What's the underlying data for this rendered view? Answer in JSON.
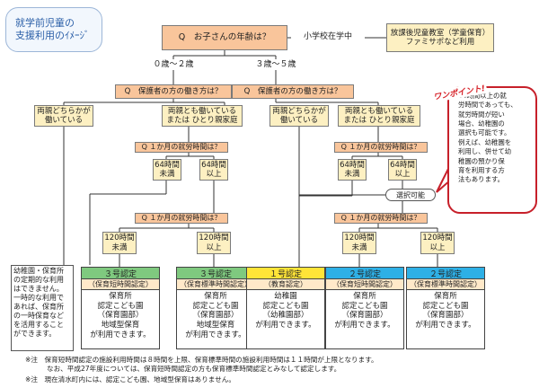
{
  "title": {
    "line1": "就学前児童の",
    "line2": "支援利用のｲﾒｰｼﾞ"
  },
  "q_age": "Q　お子さんの年齢は？",
  "elementary": "小学校在学中",
  "afterschool": {
    "line1": "放課後児童教室（学童保育）",
    "line2": "ファミサポなど利用"
  },
  "age_0_2": "０歳～２歳",
  "age_3_5": "３歳～５歳",
  "q_work_left": "Q　保護者の方の働き方は？",
  "q_work_right": "Q　保護者の方の働き方は？",
  "either_works_l": {
    "line1": "両親どちらかが",
    "line2": "働いている"
  },
  "both_work_l": {
    "line1": "両親とも働いている",
    "line2": "または ひとり親家庭"
  },
  "either_works_r": {
    "line1": "両親どちらかが",
    "line2": "働いている"
  },
  "both_work_r": {
    "line1": "両親とも働いている",
    "line2": "または ひとり親家庭"
  },
  "q_hours_1": "Q １か月の就労時間は？",
  "q_hours_2": "Q １か月の就労時間は？",
  "q_hours_3": "Q １か月の就労時間は？",
  "q_hours_4": "Q １か月の就労時間は？",
  "h64_under_l": {
    "line1": "64時間",
    "line2": "未満"
  },
  "h64_over_l": {
    "line1": "64時間",
    "line2": "以上"
  },
  "h64_under_r": {
    "line1": "64時間",
    "line2": "未満"
  },
  "h64_over_r": {
    "line1": "64時間",
    "line2": "以上"
  },
  "h120_under_l": {
    "line1": "120時間",
    "line2": "未満"
  },
  "h120_over_l": {
    "line1": "120時間",
    "line2": "以上"
  },
  "h120_under_r": {
    "line1": "120時間",
    "line2": "未満"
  },
  "h120_over_r": {
    "line1": "120時間",
    "line2": "以上"
  },
  "choice": "選択可能",
  "onepoint": "ワンポイント!",
  "callout": [
    "64時間以上の就",
    "労時間であっても、",
    "就労時間が短い",
    "場合、幼稚園の",
    "選択も可能です。",
    "例えば、幼稚園を",
    "利用し、併せて幼",
    "稚園の預かり保",
    "育を利用する方",
    "法もあります。"
  ],
  "left_note": [
    "幼稚園・保育所",
    "の定期的な利用",
    "はできません。",
    "一時的な利用で",
    "あれば、保育所",
    "の一時保育など",
    "を活用すること",
    "ができます。"
  ],
  "cert": [
    {
      "title": "３号認定",
      "sub": "（保育短時間認定）",
      "body": [
        "保育所",
        "認定こども園",
        "（保育園部）",
        "地域型保育",
        "が利用できます。"
      ],
      "color": "#7fc97f"
    },
    {
      "title": "３号認定",
      "sub": "（保育標準時間認定）",
      "body": [
        "保育所",
        "認定こども園",
        "（保育園部）",
        "地域型保育",
        "が利用できます。"
      ],
      "color": "#7fc97f"
    },
    {
      "title": "１号認定",
      "sub": "（教育認定）",
      "body": [
        "幼稚園",
        "認定こども園",
        "（幼稚園部）",
        "が利用できます。"
      ],
      "color": "#ffe438"
    },
    {
      "title": "２号認定",
      "sub": "（保育短時間認定）",
      "body": [
        "保育所",
        "認定こども園",
        "（保育園部）",
        "が利用できます。"
      ],
      "color": "#2eb0e6"
    },
    {
      "title": "２号認定",
      "sub": "（保育標準時間認定）",
      "body": [
        "保育所",
        "認定こども園",
        "（保育園部）",
        "が利用できます。"
      ],
      "color": "#2eb0e6"
    }
  ],
  "notes": {
    "n1": "※注　保育短時間認定の施設利用時間は８時間を上限、保育標準時間の施設利用時間は１１時間が上限となります。",
    "n2": "なお、平成27年度については、保育短時間認定の方も保育標準時間認定とみなして認定します。",
    "n3": "※注　現在清水町内には、認定こども園、地域型保育はありません。"
  },
  "colors": {
    "question": "#f9c59b",
    "answer": "#fdf0c2",
    "callout_border": "#c7202a",
    "lines": "#333333"
  }
}
